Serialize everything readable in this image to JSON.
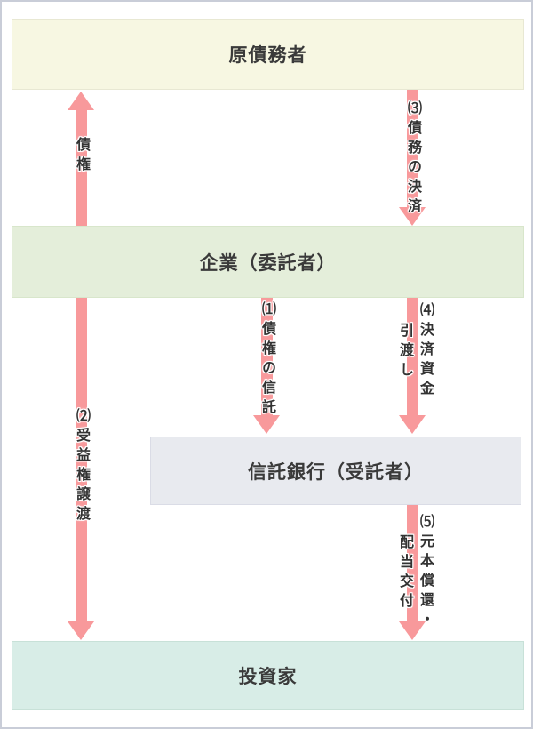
{
  "colors": {
    "arrow": "#f8999b",
    "debtor_box": "#f7f7e2",
    "company_box": "#e4eeda",
    "trust_bank_box": "#e8eaef",
    "investor_box": "#d8ede7",
    "outer_border": "#c9cdd8",
    "text": "#3a3a3a"
  },
  "diagram": {
    "boxes": {
      "debtor": {
        "label": "原債務者"
      },
      "company": {
        "label": "企業（委託者）"
      },
      "trust_bank": {
        "label": "信託銀行（受託者）"
      },
      "investor": {
        "label": "投資家"
      }
    },
    "flows": {
      "claim": {
        "label": "債権",
        "direction": "up",
        "from": "company",
        "to": "debtor"
      },
      "debt_settlement": {
        "label": "⑶債務の決済",
        "direction": "down",
        "from": "debtor",
        "to": "company"
      },
      "claim_trust": {
        "label": "⑴債権の信託",
        "direction": "down",
        "from": "company",
        "to": "trust_bank"
      },
      "settlement_funds": {
        "label": "⑷決済資金",
        "label2": "引渡し",
        "direction": "down",
        "from": "company",
        "to": "trust_bank"
      },
      "beneficiary_transfer": {
        "label": "⑵受益権譲渡",
        "direction": "down",
        "from": "company",
        "to": "investor"
      },
      "redemption_dividend": {
        "label": "⑸元本償還・",
        "label2": "配当交付",
        "direction": "down",
        "from": "trust_bank",
        "to": "investor"
      }
    }
  }
}
